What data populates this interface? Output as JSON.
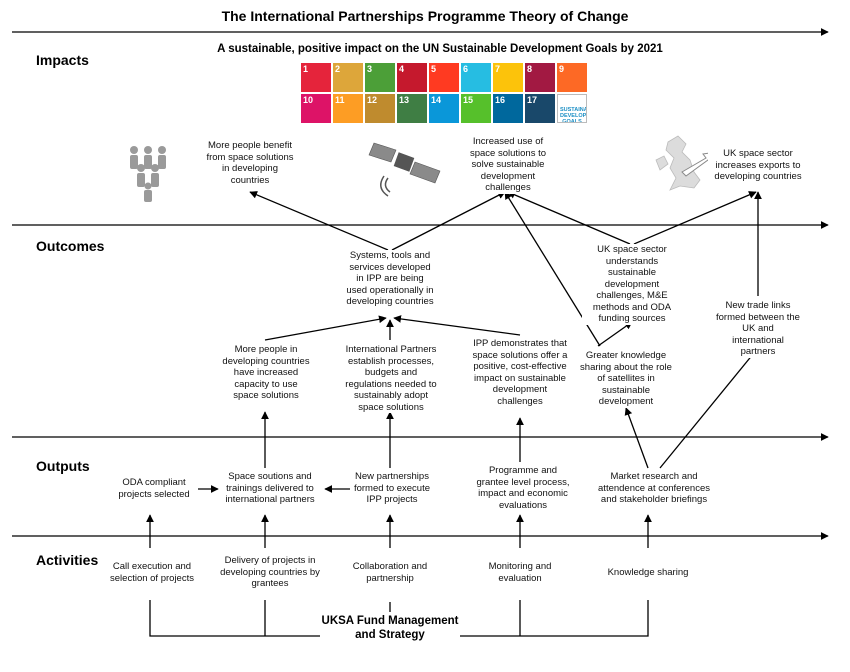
{
  "title": "The International Partnerships Programme Theory of Change",
  "subtitle": "A sustainable, positive impact on the UN Sustainable Development Goals by 2021",
  "sections": {
    "impacts": "Impacts",
    "outcomes": "Outcomes",
    "outputs": "Outputs",
    "activities": "Activities"
  },
  "sdg_tiles": [
    {
      "num": "1",
      "color": "#e5243b"
    },
    {
      "num": "2",
      "color": "#dda63a"
    },
    {
      "num": "3",
      "color": "#4c9f38"
    },
    {
      "num": "4",
      "color": "#c5192d"
    },
    {
      "num": "5",
      "color": "#ff3a21"
    },
    {
      "num": "6",
      "color": "#26bde2"
    },
    {
      "num": "7",
      "color": "#fcc30b"
    },
    {
      "num": "8",
      "color": "#a21942"
    },
    {
      "num": "9",
      "color": "#fd6925"
    },
    {
      "num": "10",
      "color": "#dd1367"
    },
    {
      "num": "11",
      "color": "#fd9d24"
    },
    {
      "num": "12",
      "color": "#bf8b2e"
    },
    {
      "num": "13",
      "color": "#3f7e44"
    },
    {
      "num": "14",
      "color": "#0a97d9"
    },
    {
      "num": "15",
      "color": "#56c02b"
    },
    {
      "num": "16",
      "color": "#00689d"
    },
    {
      "num": "17",
      "color": "#19486a"
    }
  ],
  "sdg_goals_logo": "SUSTAINABLE DEVELOPMENT GOALS",
  "impacts": {
    "people": "More people benefit from space solutions in developing countries",
    "space_use": "Increased use of space solutions to solve sustainable development challenges",
    "exports": "UK space sector increases exports to developing countries"
  },
  "outcomes": {
    "systems": "Systems, tools and services developed in IPP are being used operationally in developing countries",
    "uk_understands": "UK space sector understands sustainable development challenges, M&E methods and ODA funding sources",
    "trade_links": "New trade links formed between the UK and international partners",
    "capacity": "More people in developing countries have increased capacity to use space solutions",
    "partners": "International Partners establish processes, budgets and regulations needed to sustainably adopt space solutions",
    "demonstrates": "IPP demonstrates that space solutions offer a positive, cost-effective impact on sustainable development challenges",
    "knowledge": "Greater knowledge sharing about the role of satellites in sustainable development"
  },
  "outputs": {
    "oda": "ODA compliant projects selected",
    "solutions": "Space soutions and trainings delivered to international partners",
    "partnerships": "New partnerships formed to execute IPP projects",
    "evaluations": "Programme and grantee level process, impact and economic evaluations",
    "market": "Market research and attendence at conferences and stakeholder briefings"
  },
  "activities": {
    "call": "Call execution and selection of projects",
    "delivery": "Delivery of projects in developing countries by grantees",
    "collaboration": "Collaboration and partnership",
    "monitoring": "Monitoring and evaluation",
    "knowledge": "Knowledge sharing"
  },
  "fund": "UKSA Fund Management and Strategy"
}
